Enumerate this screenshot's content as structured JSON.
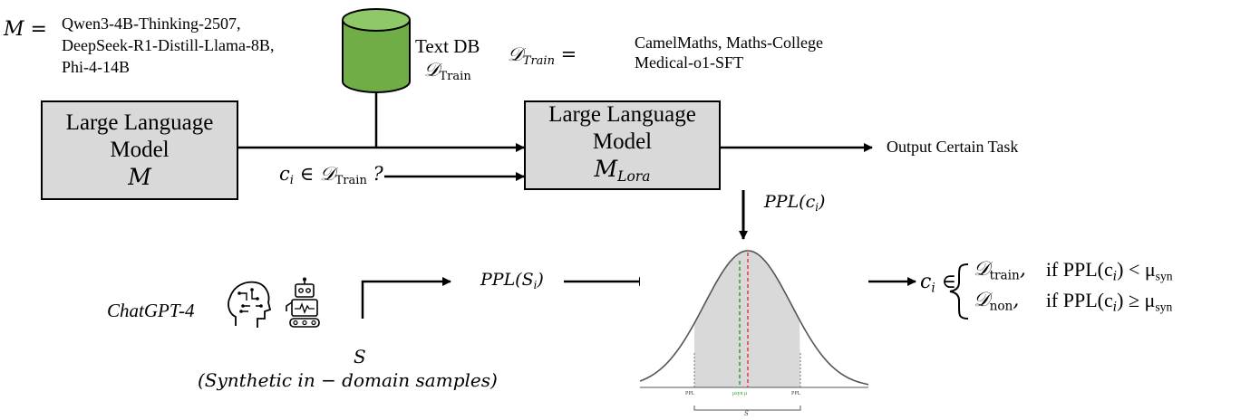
{
  "models": {
    "label": "M =",
    "lines": [
      "Qwen3-4B-Thinking-2507,",
      "DeepSeek-R1-Distill-Llama-8B,",
      "Phi-4-14B"
    ]
  },
  "database": {
    "label": "Text DB",
    "symbol": "𝒟",
    "symbol_sub": "Train"
  },
  "datasets": {
    "symbol": "𝒟",
    "symbol_sub": "Train",
    "eq": "=",
    "line1": "CamelMaths, Maths-College",
    "line2": "Medical-o1-SFT"
  },
  "llm_left": {
    "line1": "Large Language",
    "line2": "Model",
    "symbol": "M"
  },
  "llm_right": {
    "line1": "Large Language",
    "line2": "Model",
    "symbol": "M",
    "symbol_sub": "Lora"
  },
  "query": {
    "prefix": "c",
    "prefix_sub": "i",
    "in": "∈",
    "set": "𝒟",
    "set_sub": "Train",
    "suffix": "?"
  },
  "output": "Output Certain Task",
  "ppl_c": "PPL(c",
  "ppl_c_sub": "i",
  "ppl_s": "PPL(S",
  "ppl_s_sub": "i",
  "chatgpt": "ChatGPT-4",
  "synthetic": {
    "symbol": "S",
    "desc": "(Synthetic in − domain samples)"
  },
  "icons": [
    "brain-circuit-icon",
    "robot-icon"
  ],
  "distribution": {
    "left_tick": "PPL",
    "mid_tick": "μsyn μ",
    "right_tick": "PPL",
    "bracket_label": "S",
    "colors": {
      "fill": "#d9d9d9",
      "curve": "#555555",
      "green": "#2ca02c",
      "red": "#e83b3b"
    }
  },
  "decision": {
    "lhs": "c",
    "lhs_sub": "i",
    "in": "∈",
    "case1_set": "𝒟",
    "case1_sub": "train",
    "case1_cond": "if PPL(c",
    "case1_cond_tail": ") < μ",
    "case1_mu_sub": "syn",
    "case2_set": "𝒟",
    "case2_sub": "non",
    "case2_cond": "if PPL(c",
    "case2_cond_tail": ") ≥ μ",
    "case2_mu_sub": "syn"
  },
  "colors": {
    "cylinder": "#70ad47",
    "cylinder_top": "#8fc866",
    "box_fill": "#d9d9d9"
  }
}
